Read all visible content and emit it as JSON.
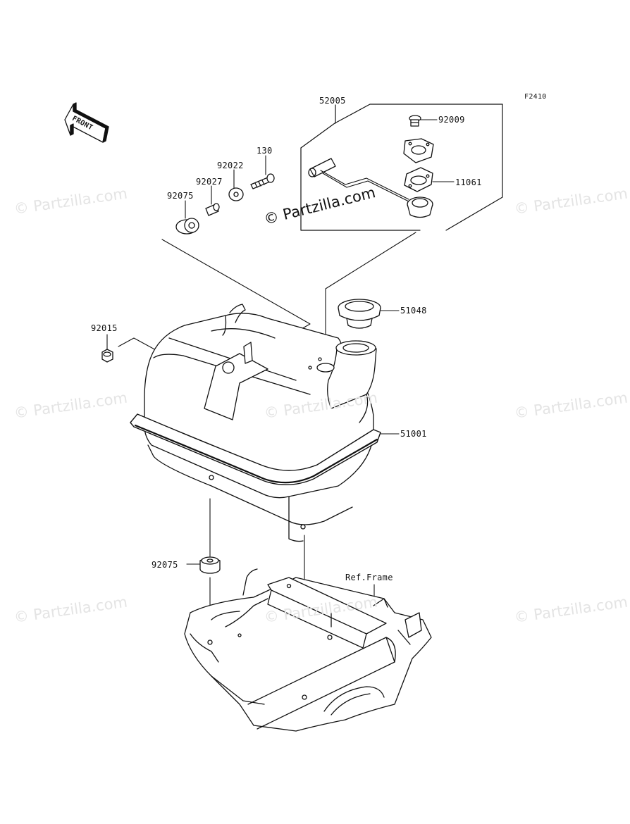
{
  "diagram_code": "F2410",
  "front_label": "FRONT",
  "watermark_main": "© Partzilla.com",
  "watermark_repeat": "© Partzilla.com",
  "ref_label": "Ref.Frame",
  "parts": {
    "p52005": "52005",
    "p92009": "92009",
    "p11061": "11061",
    "p130": "130",
    "p92022": "92022",
    "p92027": "92027",
    "p92075_top": "92075",
    "p51048": "51048",
    "p92015": "92015",
    "p51001": "51001",
    "p92075_bottom": "92075"
  }
}
